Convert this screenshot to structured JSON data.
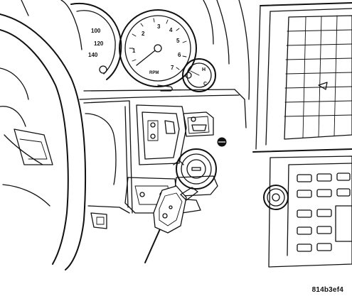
{
  "figure": {
    "id_label": "814b3ef4"
  },
  "speedometer": {
    "labels": [
      "100",
      "120",
      "140"
    ]
  },
  "tachometer": {
    "numerals": [
      "1",
      "2",
      "3",
      "4",
      "5",
      "6",
      "7"
    ],
    "unit": "RPM"
  },
  "temp_gauge": {
    "labels": [
      "H",
      "C"
    ]
  },
  "colors": {
    "line": "#111111",
    "background": "#ffffff"
  }
}
